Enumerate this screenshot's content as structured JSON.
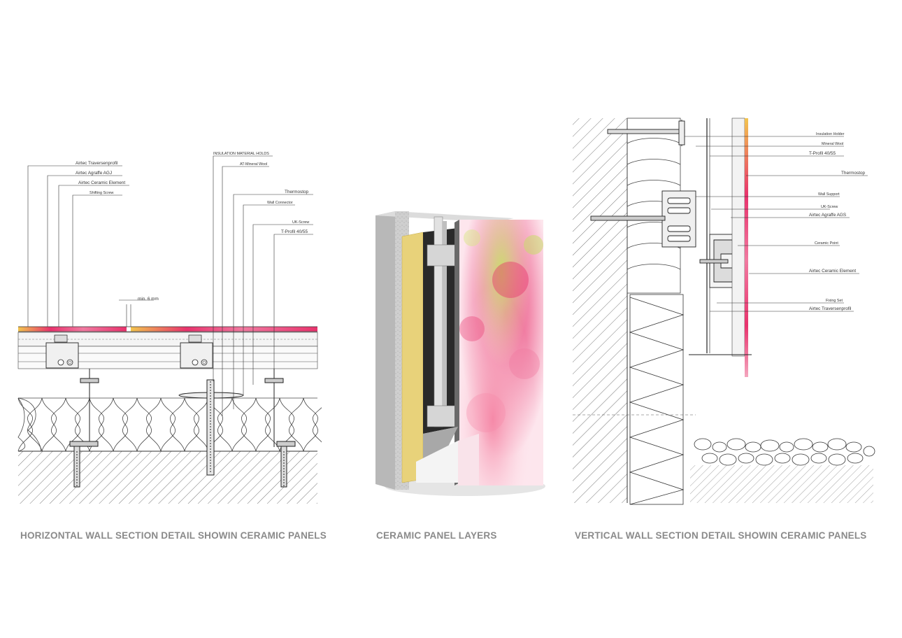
{
  "horizontal": {
    "caption": "HORIZONTAL WALL SECTION DETAIL SHOWIN CERAMIC PANELS",
    "dimension": "min. 6 mm",
    "labels": [
      "Airtec Traversenprofil",
      "Airtec Agraffe AGJ",
      "Airtec Ceramic Element",
      "Shifting Screw",
      "INSULATION MATERIAL HOLDS",
      "AT-Mineral Wool",
      "Thermostop",
      "Wall Connector",
      "UK-Screw",
      "T-Profil 40/55"
    ]
  },
  "center": {
    "caption": "CERAMIC PANEL LAYERS"
  },
  "vertical": {
    "caption": "VERTICAL WALL SECTION DETAIL SHOWIN CERAMIC PANELS",
    "labels": [
      "Insulation Holder",
      "Mineral Wool",
      "T-Profil 40/55",
      "Thermostop",
      "Wall Support",
      "UK-Screw",
      "Airtec Agraffe AGS",
      "Ceramic Point",
      "Airtec Ceramic Element",
      "Fixing Set",
      "Airtec Traversenprofil"
    ]
  },
  "colors": {
    "caption": "#8a8a8a",
    "line": "#333333",
    "accent_pink": "#e8336d",
    "accent_green": "#c9dc6a",
    "insulation_yellow": "#e8d27a"
  }
}
